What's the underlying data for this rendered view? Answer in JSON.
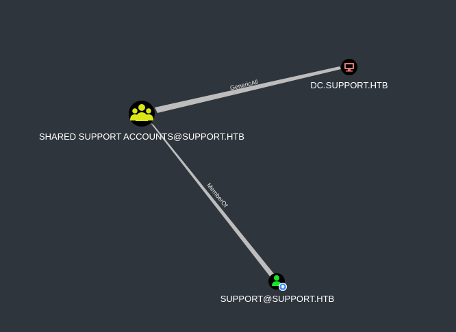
{
  "nodes": {
    "group": {
      "label": "SHARED SUPPORT ACCOUNTS@SUPPORT.HTB",
      "icon": "users-group-icon",
      "color": "#dbe617"
    },
    "computer": {
      "label": "DC.SUPPORT.HTB",
      "icon": "computer-icon",
      "color": "#e67873"
    },
    "user": {
      "label": "SUPPORT@SUPPORT.HTB",
      "icon": "user-icon",
      "color": "#17e625",
      "badge_icon": "download-badge-icon",
      "badge_color": "#3b8bf5"
    }
  },
  "edges": {
    "generic_all": {
      "label": "GenericAll"
    },
    "member_of": {
      "label": "MemberOf"
    }
  },
  "colors": {
    "background": "#2f353c",
    "edge": "#bdbdbd",
    "text": "#ffffff"
  }
}
